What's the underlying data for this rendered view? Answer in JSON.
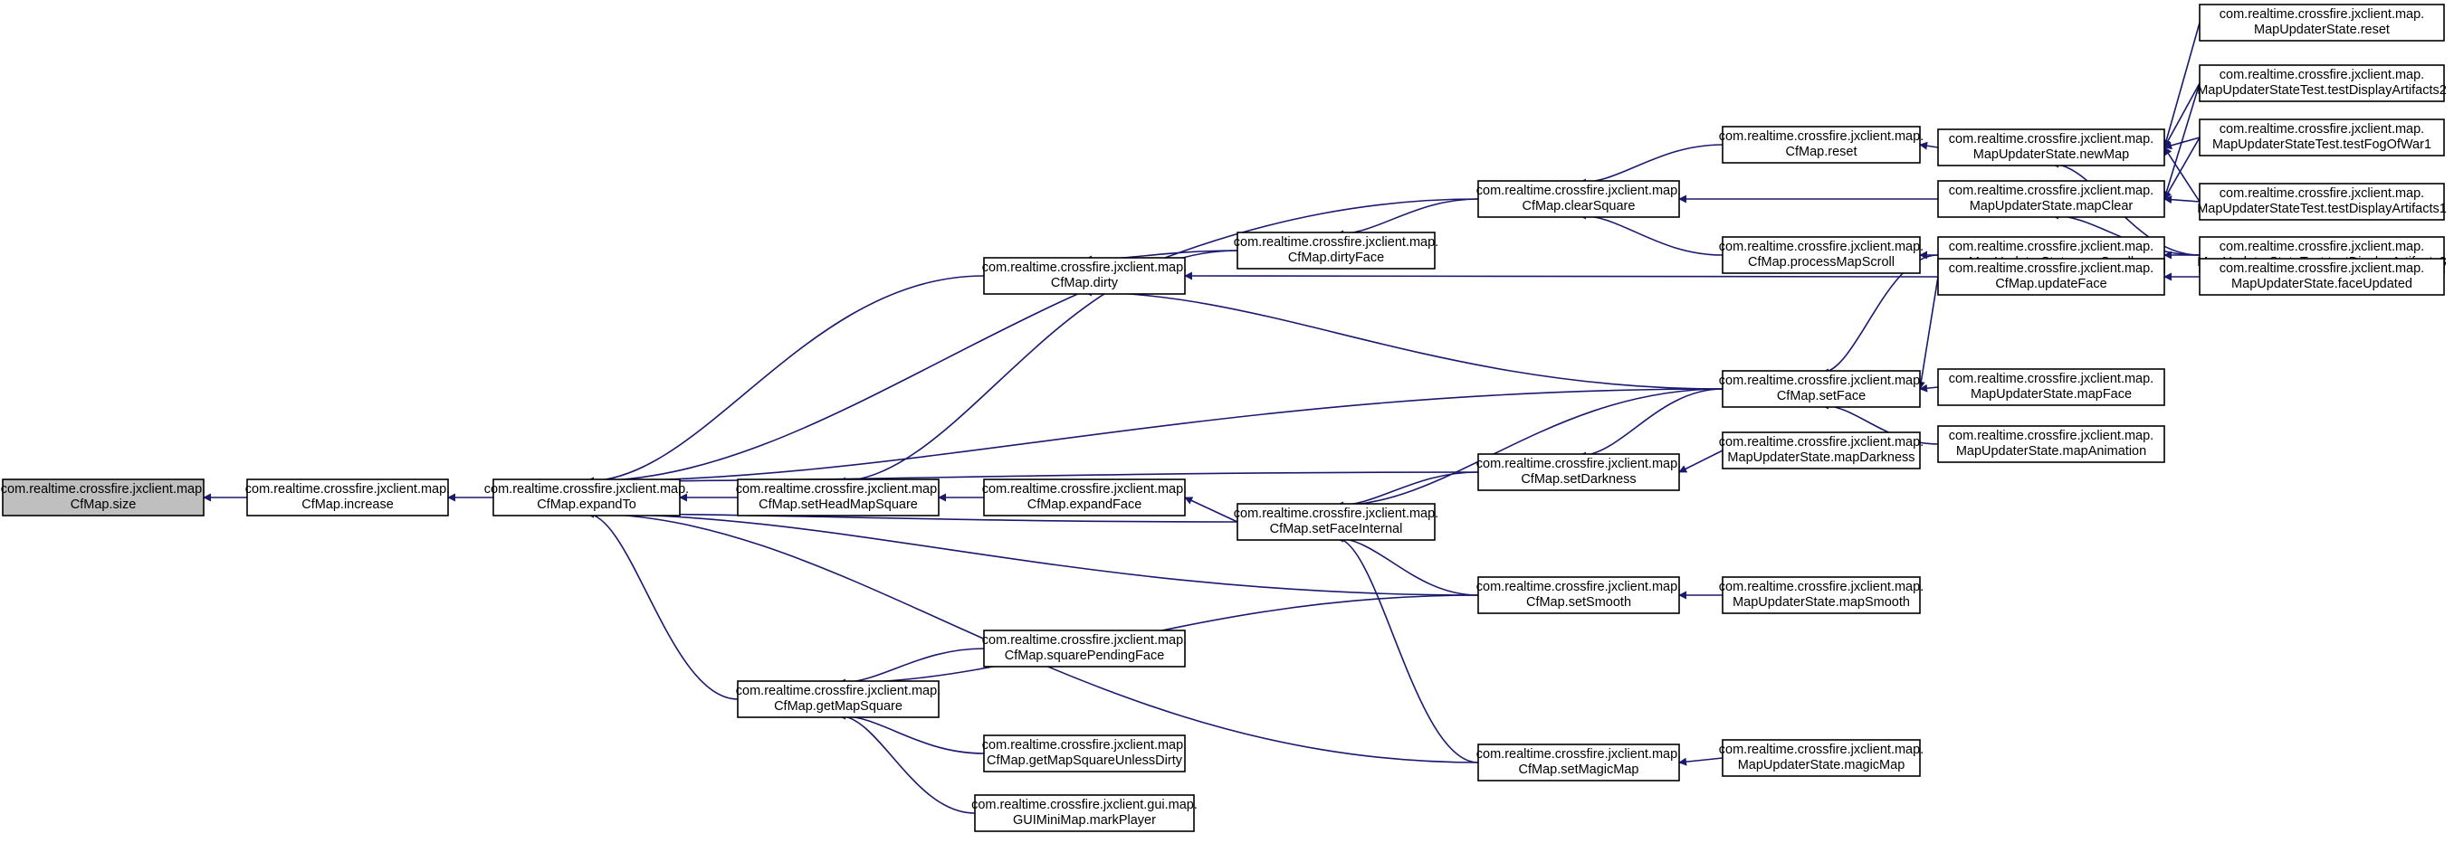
{
  "graph": {
    "edge_color": "#191970",
    "root_fill": "#bfbfbf",
    "nodes": [
      {
        "id": "size",
        "lines": [
          "com.realtime.crossfire.jxclient.map.",
          "CfMap.size"
        ],
        "root": true
      },
      {
        "id": "increase",
        "lines": [
          "com.realtime.crossfire.jxclient.map.",
          "CfMap.increase"
        ]
      },
      {
        "id": "expandTo",
        "lines": [
          "com.realtime.crossfire.jxclient.map.",
          "CfMap.expandTo"
        ]
      },
      {
        "id": "dirty",
        "lines": [
          "com.realtime.crossfire.jxclient.map.",
          "CfMap.dirty"
        ]
      },
      {
        "id": "setHeadMapSquare",
        "lines": [
          "com.realtime.crossfire.jxclient.map.",
          "CfMap.setHeadMapSquare"
        ]
      },
      {
        "id": "getMapSquare",
        "lines": [
          "com.realtime.crossfire.jxclient.map.",
          "CfMap.getMapSquare"
        ]
      },
      {
        "id": "dirtyFace",
        "lines": [
          "com.realtime.crossfire.jxclient.map.",
          "CfMap.dirtyFace"
        ]
      },
      {
        "id": "expandFace",
        "lines": [
          "com.realtime.crossfire.jxclient.map.",
          "CfMap.expandFace"
        ]
      },
      {
        "id": "setFaceInternal",
        "lines": [
          "com.realtime.crossfire.jxclient.map.",
          "CfMap.setFaceInternal"
        ]
      },
      {
        "id": "squarePendingFace",
        "lines": [
          "com.realtime.crossfire.jxclient.map.",
          "CfMap.squarePendingFace"
        ]
      },
      {
        "id": "getMapSquareUnlessDirty",
        "lines": [
          "com.realtime.crossfire.jxclient.map.",
          "CfMap.getMapSquareUnlessDirty"
        ]
      },
      {
        "id": "markPlayer",
        "lines": [
          "com.realtime.crossfire.jxclient.gui.map.",
          "GUIMiniMap.markPlayer"
        ]
      },
      {
        "id": "clearSquare",
        "lines": [
          "com.realtime.crossfire.jxclient.map.",
          "CfMap.clearSquare"
        ]
      },
      {
        "id": "setDarkness",
        "lines": [
          "com.realtime.crossfire.jxclient.map.",
          "CfMap.setDarkness"
        ]
      },
      {
        "id": "setSmooth",
        "lines": [
          "com.realtime.crossfire.jxclient.map.",
          "CfMap.setSmooth"
        ]
      },
      {
        "id": "setMagicMap",
        "lines": [
          "com.realtime.crossfire.jxclient.map.",
          "CfMap.setMagicMap"
        ]
      },
      {
        "id": "reset",
        "lines": [
          "com.realtime.crossfire.jxclient.map.",
          "CfMap.reset"
        ]
      },
      {
        "id": "processMapScroll",
        "lines": [
          "com.realtime.crossfire.jxclient.map.",
          "CfMap.processMapScroll"
        ]
      },
      {
        "id": "setFace",
        "lines": [
          "com.realtime.crossfire.jxclient.map.",
          "CfMap.setFace"
        ]
      },
      {
        "id": "mapDarkness",
        "lines": [
          "com.realtime.crossfire.jxclient.map.",
          "MapUpdaterState.mapDarkness"
        ]
      },
      {
        "id": "mapSmooth",
        "lines": [
          "com.realtime.crossfire.jxclient.map.",
          "MapUpdaterState.mapSmooth"
        ]
      },
      {
        "id": "magicMap",
        "lines": [
          "com.realtime.crossfire.jxclient.map.",
          "MapUpdaterState.magicMap"
        ]
      },
      {
        "id": "newMap",
        "lines": [
          "com.realtime.crossfire.jxclient.map.",
          "MapUpdaterState.newMap"
        ]
      },
      {
        "id": "mapClear",
        "lines": [
          "com.realtime.crossfire.jxclient.map.",
          "MapUpdaterState.mapClear"
        ]
      },
      {
        "id": "mapScroll",
        "lines": [
          "com.realtime.crossfire.jxclient.map.",
          "MapUpdaterState.mapScroll"
        ]
      },
      {
        "id": "updateFace",
        "lines": [
          "com.realtime.crossfire.jxclient.map.",
          "CfMap.updateFace"
        ]
      },
      {
        "id": "mapFace",
        "lines": [
          "com.realtime.crossfire.jxclient.map.",
          "MapUpdaterState.mapFace"
        ]
      },
      {
        "id": "mapAnimation",
        "lines": [
          "com.realtime.crossfire.jxclient.map.",
          "MapUpdaterState.mapAnimation"
        ]
      },
      {
        "id": "stateReset",
        "lines": [
          "com.realtime.crossfire.jxclient.map.",
          "MapUpdaterState.reset"
        ]
      },
      {
        "id": "testDA2",
        "lines": [
          "com.realtime.crossfire.jxclient.map.",
          "MapUpdaterStateTest.testDisplayArtifacts2"
        ]
      },
      {
        "id": "testFog",
        "lines": [
          "com.realtime.crossfire.jxclient.map.",
          "MapUpdaterStateTest.testFogOfWar1"
        ]
      },
      {
        "id": "testDA1",
        "lines": [
          "com.realtime.crossfire.jxclient.map.",
          "MapUpdaterStateTest.testDisplayArtifacts1"
        ]
      },
      {
        "id": "testDA3",
        "lines": [
          "com.realtime.crossfire.jxclient.map.",
          "MapUpdaterStateTest.testDisplayArtifacts3"
        ]
      },
      {
        "id": "faceUpdated",
        "lines": [
          "com.realtime.crossfire.jxclient.map.",
          "MapUpdaterState.faceUpdated"
        ]
      }
    ],
    "edges": [
      {
        "from": "increase",
        "to": "size"
      },
      {
        "from": "expandTo",
        "to": "increase"
      },
      {
        "from": "dirty",
        "to": "expandTo"
      },
      {
        "from": "setHeadMapSquare",
        "to": "expandTo"
      },
      {
        "from": "getMapSquare",
        "to": "expandTo"
      },
      {
        "from": "clearSquare",
        "to": "expandTo"
      },
      {
        "from": "setFace",
        "to": "expandTo"
      },
      {
        "from": "setDarkness",
        "to": "expandTo"
      },
      {
        "from": "setFaceInternal",
        "to": "expandTo"
      },
      {
        "from": "setSmooth",
        "to": "expandTo"
      },
      {
        "from": "setMagicMap",
        "to": "expandTo"
      },
      {
        "from": "dirtyFace",
        "to": "dirty"
      },
      {
        "from": "setFace",
        "to": "dirty"
      },
      {
        "from": "updateFace",
        "to": "dirty"
      },
      {
        "from": "dirtyFace",
        "to": "setHeadMapSquare"
      },
      {
        "from": "expandFace",
        "to": "setHeadMapSquare"
      },
      {
        "from": "squarePendingFace",
        "to": "getMapSquare"
      },
      {
        "from": "getMapSquareUnlessDirty",
        "to": "getMapSquare"
      },
      {
        "from": "markPlayer",
        "to": "getMapSquare"
      },
      {
        "from": "setSmooth",
        "to": "getMapSquare"
      },
      {
        "from": "clearSquare",
        "to": "dirtyFace"
      },
      {
        "from": "setFaceInternal",
        "to": "expandFace"
      },
      {
        "from": "setDarkness",
        "to": "setFaceInternal"
      },
      {
        "from": "setSmooth",
        "to": "setFaceInternal"
      },
      {
        "from": "setMagicMap",
        "to": "setFaceInternal"
      },
      {
        "from": "setFace",
        "to": "setFaceInternal"
      },
      {
        "from": "reset",
        "to": "clearSquare"
      },
      {
        "from": "processMapScroll",
        "to": "clearSquare"
      },
      {
        "from": "mapClear",
        "to": "clearSquare"
      },
      {
        "from": "mapDarkness",
        "to": "setDarkness"
      },
      {
        "from": "setFace",
        "to": "setDarkness"
      },
      {
        "from": "mapSmooth",
        "to": "setSmooth"
      },
      {
        "from": "magicMap",
        "to": "setMagicMap"
      },
      {
        "from": "newMap",
        "to": "reset"
      },
      {
        "from": "mapScroll",
        "to": "processMapScroll"
      },
      {
        "from": "mapScroll",
        "to": "setFace"
      },
      {
        "from": "updateFace",
        "to": "setFace"
      },
      {
        "from": "mapFace",
        "to": "setFace"
      },
      {
        "from": "mapAnimation",
        "to": "setFace"
      },
      {
        "from": "stateReset",
        "to": "newMap"
      },
      {
        "from": "testDA2",
        "to": "newMap"
      },
      {
        "from": "testFog",
        "to": "newMap"
      },
      {
        "from": "testDA1",
        "to": "newMap"
      },
      {
        "from": "testDA3",
        "to": "newMap"
      },
      {
        "from": "testDA2",
        "to": "mapClear"
      },
      {
        "from": "testFog",
        "to": "mapClear"
      },
      {
        "from": "testDA1",
        "to": "mapClear"
      },
      {
        "from": "testDA3",
        "to": "mapClear"
      },
      {
        "from": "testDA3",
        "to": "mapScroll"
      },
      {
        "from": "faceUpdated",
        "to": "updateFace"
      }
    ]
  }
}
